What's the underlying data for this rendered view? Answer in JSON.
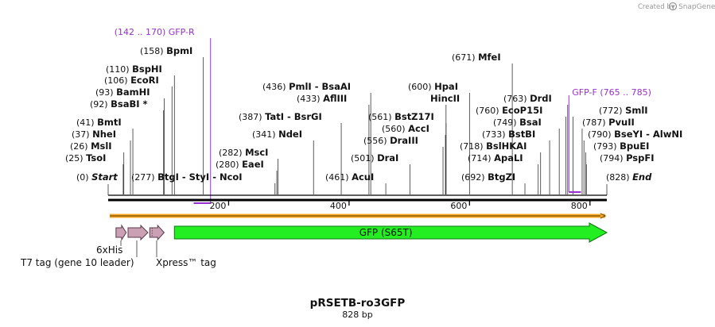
{
  "header": {
    "credit_label": "Created by",
    "brand_name": "SnapGene"
  },
  "map": {
    "name": "pRSETB-ro3GFP",
    "length_label": "828 bp",
    "length": 828
  },
  "axis": {
    "ticks": [
      200,
      400,
      600,
      800
    ],
    "tick_labels": [
      "200",
      "400",
      "600",
      "800"
    ]
  },
  "enzymes": [
    {
      "pos_label": "(0)",
      "name": "Start",
      "site": 0,
      "italic": true
    },
    {
      "pos_label": "(25)",
      "name": "TsoI",
      "site": 25
    },
    {
      "pos_label": "(26)",
      "name": "MslI",
      "site": 26
    },
    {
      "pos_label": "(37)",
      "name": "NheI",
      "site": 37
    },
    {
      "pos_label": "(41)",
      "name": "BmtI",
      "site": 41
    },
    {
      "pos_label": "(92)",
      "name": "BsaBI *",
      "site": 92
    },
    {
      "pos_label": "(93)",
      "name": "BamHI",
      "site": 93
    },
    {
      "pos_label": "(106)",
      "name": "EcoRI",
      "site": 106
    },
    {
      "pos_label": "(110)",
      "name": "BspHI",
      "site": 110
    },
    {
      "pos_label": "(158)",
      "name": "BpmI",
      "site": 158
    },
    {
      "pos_label": "(277)",
      "name": "BtgI  -  StyI  -  NcoI",
      "site": 277
    },
    {
      "pos_label": "(280)",
      "name": "EaeI",
      "site": 280
    },
    {
      "pos_label": "(282)",
      "name": "MscI",
      "site": 282
    },
    {
      "pos_label": "(341)",
      "name": "NdeI",
      "site": 341
    },
    {
      "pos_label": "(387)",
      "name": "TatI  -  BsrGI",
      "site": 387
    },
    {
      "pos_label": "(433)",
      "name": "AflIII",
      "site": 433
    },
    {
      "pos_label": "(436)",
      "name": "PmlI  -  BsaAI",
      "site": 436
    },
    {
      "pos_label": "(461)",
      "name": "AcuI",
      "site": 461
    },
    {
      "pos_label": "(501)",
      "name": "DraI",
      "site": 501
    },
    {
      "pos_label": "(556)",
      "name": "DraIII",
      "site": 556
    },
    {
      "pos_label": "(560)",
      "name": "AccI",
      "site": 560
    },
    {
      "pos_label": "(561)",
      "name": "BstZ17I",
      "site": 561
    },
    {
      "pos_label": "",
      "name": "HincII",
      "site": 561
    },
    {
      "pos_label": "(600)",
      "name": "HpaI",
      "site": 600
    },
    {
      "pos_label": "(671)",
      "name": "MfeI",
      "site": 671
    },
    {
      "pos_label": "(692)",
      "name": "BtgZI",
      "site": 692
    },
    {
      "pos_label": "(714)",
      "name": "ApaLI",
      "site": 714
    },
    {
      "pos_label": "(718)",
      "name": "BslHKAI",
      "site": 718
    },
    {
      "pos_label": "(733)",
      "name": "BstBI",
      "site": 733
    },
    {
      "pos_label": "(749)",
      "name": "BsaI",
      "site": 749
    },
    {
      "pos_label": "(760)",
      "name": "EcoP15I",
      "site": 760
    },
    {
      "pos_label": "(763)",
      "name": "DrdI",
      "site": 763
    },
    {
      "pos_label": "(772)",
      "name": "SmlI",
      "site": 772
    },
    {
      "pos_label": "(787)",
      "name": "PvuII",
      "site": 787
    },
    {
      "pos_label": "(790)",
      "name": "BseYI  -  AlwNI",
      "site": 790
    },
    {
      "pos_label": "(793)",
      "name": "BpuEI",
      "site": 793
    },
    {
      "pos_label": "(794)",
      "name": "PspFI",
      "site": 794
    },
    {
      "pos_label": "(828)",
      "name": "End",
      "site": 828,
      "italic": true
    }
  ],
  "primers": [
    {
      "name": "GFP-R",
      "range_label": "(142 .. 170)",
      "start": 142,
      "end": 170,
      "direction": "reverse",
      "color": "#9b30d0"
    },
    {
      "name": "GFP-F",
      "range_label": "(765 .. 785)",
      "start": 765,
      "end": 785,
      "direction": "forward",
      "color": "#9b30d0"
    }
  ],
  "features": [
    {
      "name": "6xHis",
      "start": 13,
      "end": 30,
      "color": "#c9a0b4"
    },
    {
      "name": "T7 tag (gene 10 leader)",
      "start": 33,
      "end": 66,
      "color": "#c9a0b4"
    },
    {
      "name": "Xpress™ tag",
      "start": 69,
      "end": 93,
      "color": "#c9a0b4"
    },
    {
      "name": "GFP (S65T)",
      "start": 110,
      "end": 828,
      "color": "#22ee22"
    }
  ],
  "orf_color": "#f5a623",
  "backbone_color": "#000000"
}
